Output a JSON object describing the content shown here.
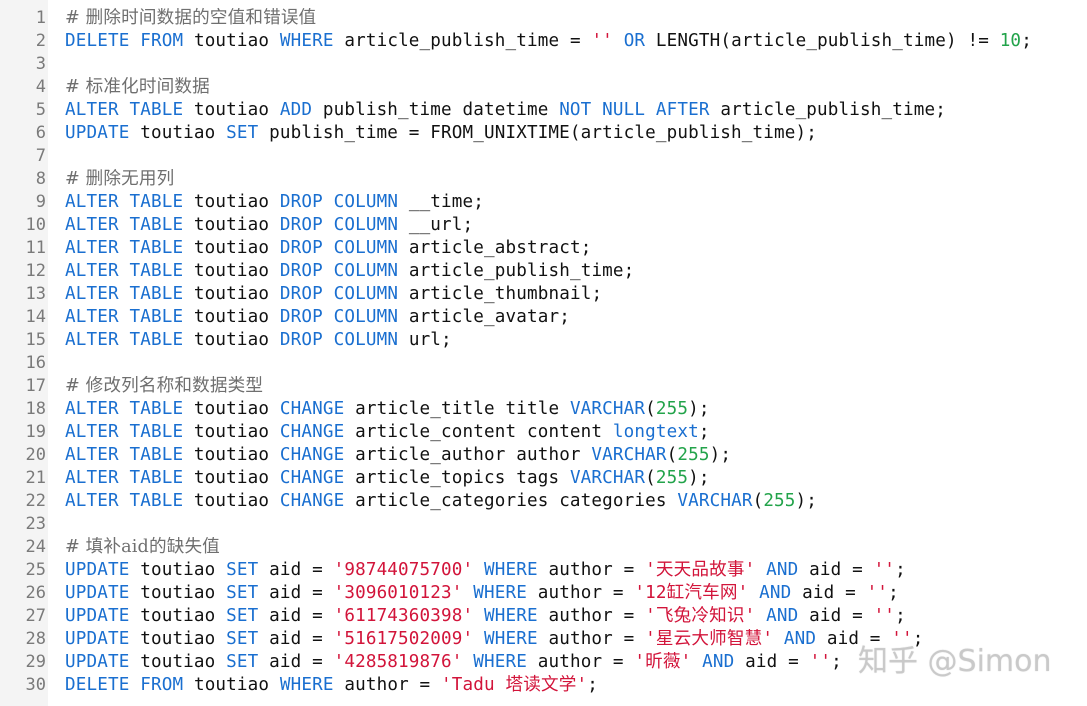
{
  "colors": {
    "keyword": "#1a6fd0",
    "string": "#d2143a",
    "number": "#22a34a",
    "comment": "#6f6f6f",
    "text": "#111111",
    "gutter_bg": "#f4f4f4",
    "line_number": "#7a7a7a"
  },
  "watermark": "知乎 @Simon",
  "lines": [
    {
      "n": "1",
      "tokens": [
        [
          "comment",
          "# 删除时间数据的空值和错误值"
        ]
      ]
    },
    {
      "n": "2",
      "tokens": [
        [
          "kw",
          "DELETE"
        ],
        [
          "plain",
          " "
        ],
        [
          "kw",
          "FROM"
        ],
        [
          "plain",
          " toutiao "
        ],
        [
          "kw",
          "WHERE"
        ],
        [
          "plain",
          " article_publish_time = "
        ],
        [
          "str",
          "''"
        ],
        [
          "plain",
          " "
        ],
        [
          "kw",
          "OR"
        ],
        [
          "plain",
          " LENGTH(article_publish_time) != "
        ],
        [
          "num",
          "10"
        ],
        [
          "plain",
          ";"
        ]
      ]
    },
    {
      "n": "3",
      "tokens": []
    },
    {
      "n": "4",
      "tokens": [
        [
          "comment",
          "# 标准化时间数据"
        ]
      ]
    },
    {
      "n": "5",
      "tokens": [
        [
          "kw",
          "ALTER"
        ],
        [
          "plain",
          " "
        ],
        [
          "kw",
          "TABLE"
        ],
        [
          "plain",
          " toutiao "
        ],
        [
          "kw",
          "ADD"
        ],
        [
          "plain",
          " publish_time datetime "
        ],
        [
          "kw",
          "NOT"
        ],
        [
          "plain",
          " "
        ],
        [
          "kw",
          "NULL"
        ],
        [
          "plain",
          " "
        ],
        [
          "kw",
          "AFTER"
        ],
        [
          "plain",
          " article_publish_time;"
        ]
      ]
    },
    {
      "n": "6",
      "tokens": [
        [
          "kw",
          "UPDATE"
        ],
        [
          "plain",
          " toutiao "
        ],
        [
          "kw",
          "SET"
        ],
        [
          "plain",
          " publish_time = FROM_UNIXTIME(article_publish_time);"
        ]
      ]
    },
    {
      "n": "7",
      "tokens": []
    },
    {
      "n": "8",
      "tokens": [
        [
          "comment",
          "# 删除无用列"
        ]
      ]
    },
    {
      "n": "9",
      "tokens": [
        [
          "kw",
          "ALTER"
        ],
        [
          "plain",
          " "
        ],
        [
          "kw",
          "TABLE"
        ],
        [
          "plain",
          " toutiao "
        ],
        [
          "kw",
          "DROP"
        ],
        [
          "plain",
          " "
        ],
        [
          "kw",
          "COLUMN"
        ],
        [
          "plain",
          " __time;"
        ]
      ]
    },
    {
      "n": "10",
      "tokens": [
        [
          "kw",
          "ALTER"
        ],
        [
          "plain",
          " "
        ],
        [
          "kw",
          "TABLE"
        ],
        [
          "plain",
          " toutiao "
        ],
        [
          "kw",
          "DROP"
        ],
        [
          "plain",
          " "
        ],
        [
          "kw",
          "COLUMN"
        ],
        [
          "plain",
          " __url;"
        ]
      ]
    },
    {
      "n": "11",
      "tokens": [
        [
          "kw",
          "ALTER"
        ],
        [
          "plain",
          " "
        ],
        [
          "kw",
          "TABLE"
        ],
        [
          "plain",
          " toutiao "
        ],
        [
          "kw",
          "DROP"
        ],
        [
          "plain",
          " "
        ],
        [
          "kw",
          "COLUMN"
        ],
        [
          "plain",
          " article_abstract;"
        ]
      ]
    },
    {
      "n": "12",
      "tokens": [
        [
          "kw",
          "ALTER"
        ],
        [
          "plain",
          " "
        ],
        [
          "kw",
          "TABLE"
        ],
        [
          "plain",
          " toutiao "
        ],
        [
          "kw",
          "DROP"
        ],
        [
          "plain",
          " "
        ],
        [
          "kw",
          "COLUMN"
        ],
        [
          "plain",
          " article_publish_time;"
        ]
      ]
    },
    {
      "n": "13",
      "tokens": [
        [
          "kw",
          "ALTER"
        ],
        [
          "plain",
          " "
        ],
        [
          "kw",
          "TABLE"
        ],
        [
          "plain",
          " toutiao "
        ],
        [
          "kw",
          "DROP"
        ],
        [
          "plain",
          " "
        ],
        [
          "kw",
          "COLUMN"
        ],
        [
          "plain",
          " article_thumbnail;"
        ]
      ]
    },
    {
      "n": "14",
      "tokens": [
        [
          "kw",
          "ALTER"
        ],
        [
          "plain",
          " "
        ],
        [
          "kw",
          "TABLE"
        ],
        [
          "plain",
          " toutiao "
        ],
        [
          "kw",
          "DROP"
        ],
        [
          "plain",
          " "
        ],
        [
          "kw",
          "COLUMN"
        ],
        [
          "plain",
          " article_avatar;"
        ]
      ]
    },
    {
      "n": "15",
      "tokens": [
        [
          "kw",
          "ALTER"
        ],
        [
          "plain",
          " "
        ],
        [
          "kw",
          "TABLE"
        ],
        [
          "plain",
          " toutiao "
        ],
        [
          "kw",
          "DROP"
        ],
        [
          "plain",
          " "
        ],
        [
          "kw",
          "COLUMN"
        ],
        [
          "plain",
          " url;"
        ]
      ]
    },
    {
      "n": "16",
      "tokens": []
    },
    {
      "n": "17",
      "tokens": [
        [
          "comment",
          "# 修改列名称和数据类型"
        ]
      ]
    },
    {
      "n": "18",
      "tokens": [
        [
          "kw",
          "ALTER"
        ],
        [
          "plain",
          " "
        ],
        [
          "kw",
          "TABLE"
        ],
        [
          "plain",
          " toutiao "
        ],
        [
          "kw",
          "CHANGE"
        ],
        [
          "plain",
          " article_title title "
        ],
        [
          "kw",
          "VARCHAR"
        ],
        [
          "plain",
          "("
        ],
        [
          "num",
          "255"
        ],
        [
          "plain",
          ");"
        ]
      ]
    },
    {
      "n": "19",
      "tokens": [
        [
          "kw",
          "ALTER"
        ],
        [
          "plain",
          " "
        ],
        [
          "kw",
          "TABLE"
        ],
        [
          "plain",
          " toutiao "
        ],
        [
          "kw",
          "CHANGE"
        ],
        [
          "plain",
          " article_content content "
        ],
        [
          "kw",
          "longtext"
        ],
        [
          "plain",
          ";"
        ]
      ]
    },
    {
      "n": "20",
      "tokens": [
        [
          "kw",
          "ALTER"
        ],
        [
          "plain",
          " "
        ],
        [
          "kw",
          "TABLE"
        ],
        [
          "plain",
          " toutiao "
        ],
        [
          "kw",
          "CHANGE"
        ],
        [
          "plain",
          " article_author author "
        ],
        [
          "kw",
          "VARCHAR"
        ],
        [
          "plain",
          "("
        ],
        [
          "num",
          "255"
        ],
        [
          "plain",
          ");"
        ]
      ]
    },
    {
      "n": "21",
      "tokens": [
        [
          "kw",
          "ALTER"
        ],
        [
          "plain",
          " "
        ],
        [
          "kw",
          "TABLE"
        ],
        [
          "plain",
          " toutiao "
        ],
        [
          "kw",
          "CHANGE"
        ],
        [
          "plain",
          " article_topics tags "
        ],
        [
          "kw",
          "VARCHAR"
        ],
        [
          "plain",
          "("
        ],
        [
          "num",
          "255"
        ],
        [
          "plain",
          ");"
        ]
      ]
    },
    {
      "n": "22",
      "tokens": [
        [
          "kw",
          "ALTER"
        ],
        [
          "plain",
          " "
        ],
        [
          "kw",
          "TABLE"
        ],
        [
          "plain",
          " toutiao "
        ],
        [
          "kw",
          "CHANGE"
        ],
        [
          "plain",
          " article_categories categories "
        ],
        [
          "kw",
          "VARCHAR"
        ],
        [
          "plain",
          "("
        ],
        [
          "num",
          "255"
        ],
        [
          "plain",
          ");"
        ]
      ]
    },
    {
      "n": "23",
      "tokens": []
    },
    {
      "n": "24",
      "tokens": [
        [
          "comment",
          "# 填补aid的缺失值"
        ]
      ]
    },
    {
      "n": "25",
      "tokens": [
        [
          "kw",
          "UPDATE"
        ],
        [
          "plain",
          " toutiao "
        ],
        [
          "kw",
          "SET"
        ],
        [
          "plain",
          " aid = "
        ],
        [
          "str",
          "'98744075700'"
        ],
        [
          "plain",
          " "
        ],
        [
          "kw",
          "WHERE"
        ],
        [
          "plain",
          " author = "
        ],
        [
          "str",
          "'天天品故事'"
        ],
        [
          "plain",
          " "
        ],
        [
          "kw",
          "AND"
        ],
        [
          "plain",
          " aid = "
        ],
        [
          "str",
          "''"
        ],
        [
          "plain",
          ";"
        ]
      ]
    },
    {
      "n": "26",
      "tokens": [
        [
          "kw",
          "UPDATE"
        ],
        [
          "plain",
          " toutiao "
        ],
        [
          "kw",
          "SET"
        ],
        [
          "plain",
          " aid = "
        ],
        [
          "str",
          "'3096010123'"
        ],
        [
          "plain",
          " "
        ],
        [
          "kw",
          "WHERE"
        ],
        [
          "plain",
          " author = "
        ],
        [
          "str",
          "'12缸汽车网'"
        ],
        [
          "plain",
          " "
        ],
        [
          "kw",
          "AND"
        ],
        [
          "plain",
          " aid = "
        ],
        [
          "str",
          "''"
        ],
        [
          "plain",
          ";"
        ]
      ]
    },
    {
      "n": "27",
      "tokens": [
        [
          "kw",
          "UPDATE"
        ],
        [
          "plain",
          " toutiao "
        ],
        [
          "kw",
          "SET"
        ],
        [
          "plain",
          " aid = "
        ],
        [
          "str",
          "'61174360398'"
        ],
        [
          "plain",
          " "
        ],
        [
          "kw",
          "WHERE"
        ],
        [
          "plain",
          " author = "
        ],
        [
          "str",
          "'飞兔冷知识'"
        ],
        [
          "plain",
          " "
        ],
        [
          "kw",
          "AND"
        ],
        [
          "plain",
          " aid = "
        ],
        [
          "str",
          "''"
        ],
        [
          "plain",
          ";"
        ]
      ]
    },
    {
      "n": "28",
      "tokens": [
        [
          "kw",
          "UPDATE"
        ],
        [
          "plain",
          " toutiao "
        ],
        [
          "kw",
          "SET"
        ],
        [
          "plain",
          " aid = "
        ],
        [
          "str",
          "'51617502009'"
        ],
        [
          "plain",
          " "
        ],
        [
          "kw",
          "WHERE"
        ],
        [
          "plain",
          " author = "
        ],
        [
          "str",
          "'星云大师智慧'"
        ],
        [
          "plain",
          " "
        ],
        [
          "kw",
          "AND"
        ],
        [
          "plain",
          " aid = "
        ],
        [
          "str",
          "''"
        ],
        [
          "plain",
          ";"
        ]
      ]
    },
    {
      "n": "29",
      "tokens": [
        [
          "kw",
          "UPDATE"
        ],
        [
          "plain",
          " toutiao "
        ],
        [
          "kw",
          "SET"
        ],
        [
          "plain",
          " aid = "
        ],
        [
          "str",
          "'4285819876'"
        ],
        [
          "plain",
          " "
        ],
        [
          "kw",
          "WHERE"
        ],
        [
          "plain",
          " author = "
        ],
        [
          "str",
          "'昕薇'"
        ],
        [
          "plain",
          " "
        ],
        [
          "kw",
          "AND"
        ],
        [
          "plain",
          " aid = "
        ],
        [
          "str",
          "''"
        ],
        [
          "plain",
          ";"
        ]
      ]
    },
    {
      "n": "30",
      "tokens": [
        [
          "kw",
          "DELETE"
        ],
        [
          "plain",
          " "
        ],
        [
          "kw",
          "FROM"
        ],
        [
          "plain",
          " toutiao "
        ],
        [
          "kw",
          "WHERE"
        ],
        [
          "plain",
          " author = "
        ],
        [
          "str",
          "'Tadu 塔读文学'"
        ],
        [
          "plain",
          ";"
        ]
      ]
    }
  ]
}
